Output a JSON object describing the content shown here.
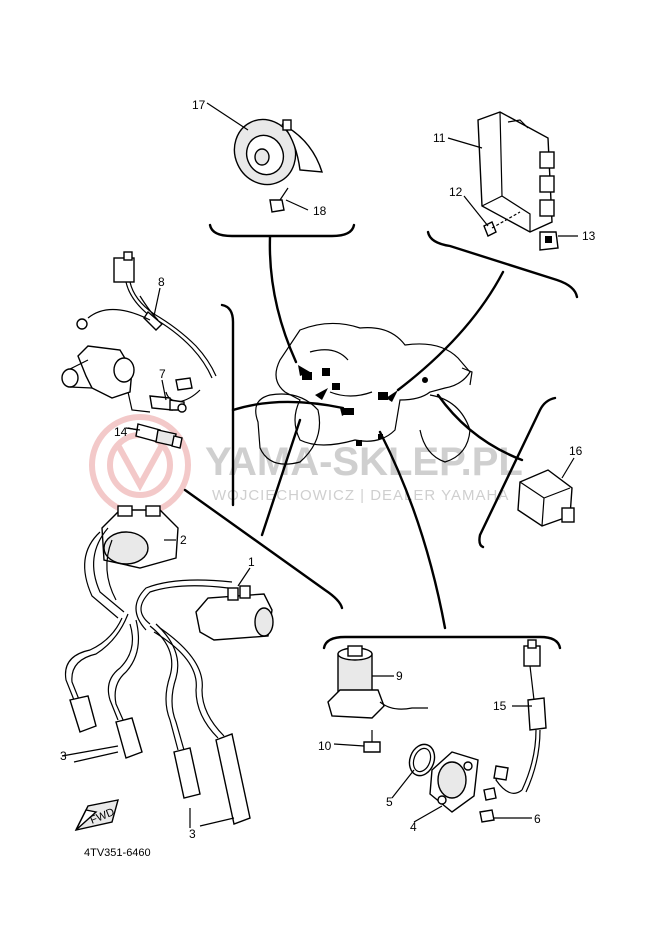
{
  "watermark": {
    "brand": "YAMA-SKLEP.PL",
    "tagline": "WOJCIECHOWICZ | DEALER YAMAHA",
    "seal_colors": {
      "seal": "#f3c9c9"
    }
  },
  "diagram_code": "4TV351-6460",
  "fwd_label": "FWD",
  "callouts": {
    "c1": "1",
    "c2": "2",
    "c3a": "3",
    "c3b": "3",
    "c4": "4",
    "c5": "5",
    "c6": "6",
    "c7": "7",
    "c8": "8",
    "c9": "9",
    "c10": "10",
    "c11": "11",
    "c12": "12",
    "c13": "13",
    "c14": "14",
    "c15": "15",
    "c16": "16",
    "c17": "17",
    "c18": "18"
  },
  "parts": [
    {
      "ref": "horn",
      "label_key": "c17"
    },
    {
      "ref": "horn-bolt",
      "label_key": "c18"
    },
    {
      "ref": "ecu",
      "label_key": "c11"
    },
    {
      "ref": "ecu-screw",
      "label_key": "c12"
    },
    {
      "ref": "ecu-bracket",
      "label_key": "c13"
    },
    {
      "ref": "wire-harness",
      "label_key": "c8"
    },
    {
      "ref": "sensor",
      "label_key": "c7"
    },
    {
      "ref": "spark-plug",
      "label_key": "c14"
    },
    {
      "ref": "relay",
      "label_key": "c16"
    },
    {
      "ref": "ignition-coil-2",
      "label_key": "c2"
    },
    {
      "ref": "ignition-coil-1",
      "label_key": "c1"
    },
    {
      "ref": "plug-caps",
      "label_key": "c3a"
    },
    {
      "ref": "plug-caps",
      "label_key": "c3b"
    },
    {
      "ref": "solenoid",
      "label_key": "c9"
    },
    {
      "ref": "solenoid-bolt",
      "label_key": "c10"
    },
    {
      "ref": "o-ring",
      "label_key": "c5"
    },
    {
      "ref": "sensor-body",
      "label_key": "c4"
    },
    {
      "ref": "sensor-bolt",
      "label_key": "c6"
    },
    {
      "ref": "sensor-lead",
      "label_key": "c15"
    }
  ]
}
